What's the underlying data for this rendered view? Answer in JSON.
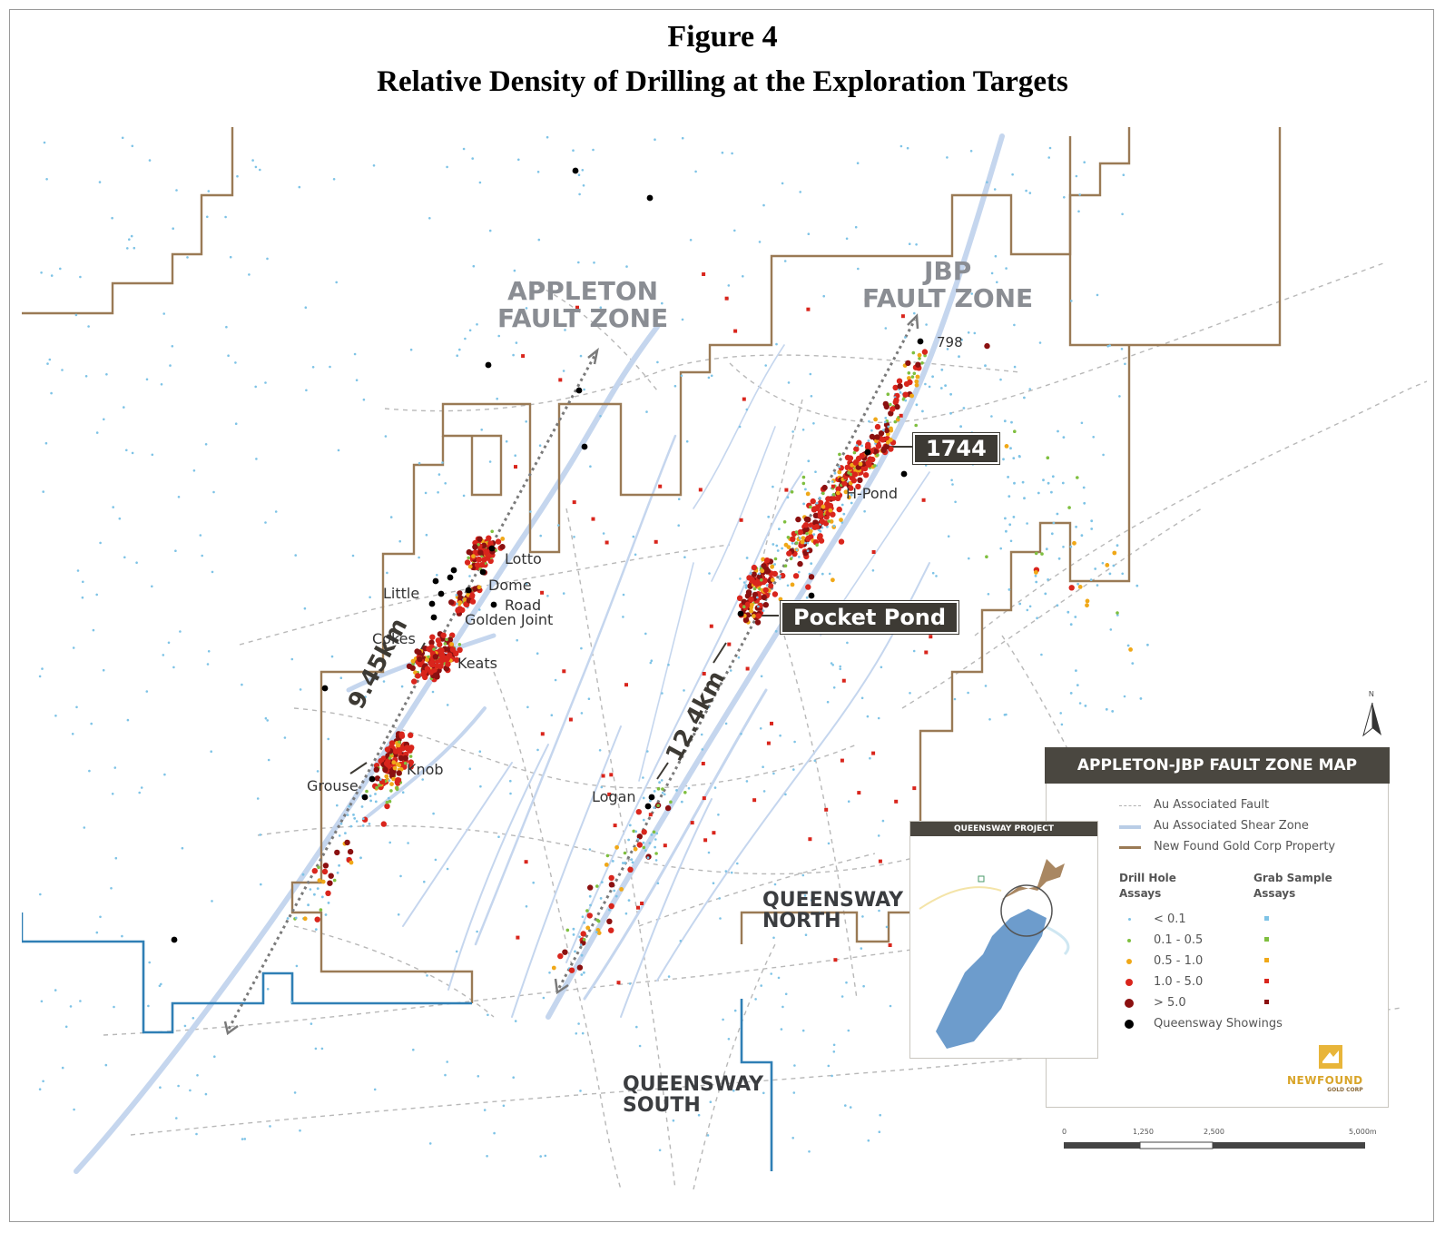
{
  "figure": {
    "number": "Figure 4",
    "title": "Relative Density of Drilling at the Exploration Targets"
  },
  "zones": {
    "appleton": [
      "APPLETON",
      "FAULT ZONE"
    ],
    "jbp": [
      "JBP",
      "FAULT ZONE"
    ]
  },
  "areas": {
    "queensway_north": [
      "QUEENSWAY",
      "NORTH"
    ],
    "queensway_south": [
      "QUEENSWAY",
      "SOUTH"
    ]
  },
  "callouts": {
    "pocket_pond": "Pocket Pond",
    "hole_1744": "1744"
  },
  "distances": {
    "appleton": "9.45km",
    "jbp": "12.4km"
  },
  "prospects": {
    "lotto": "Lotto",
    "dome": "Dome",
    "road": "Road",
    "golden_joint": "Golden Joint",
    "little": "Little",
    "cokes": "Cokes",
    "keats": "Keats",
    "knob": "Knob",
    "grouse": "Grouse",
    "logan": "Logan",
    "h_pond": "H-Pond",
    "hole_798": "798"
  },
  "legend": {
    "title": "APPLETON-JBP FAULT ZONE MAP",
    "lines": [
      {
        "label": "Au Associated Fault",
        "color": "#b0b0b0"
      },
      {
        "label": "Au Associated Shear Zone",
        "color": "#b9cde6"
      },
      {
        "label": "New Found Gold Corp Property",
        "color": "#9a7a55"
      }
    ],
    "drill_header": [
      "Drill Hole",
      "Assays"
    ],
    "grab_header": [
      "Grab Sample",
      "Assays"
    ],
    "classes": [
      {
        "label": "< 0.1",
        "color": "#7ec3e6"
      },
      {
        "label": "0.1 - 0.5",
        "color": "#7fbf3f"
      },
      {
        "label": "0.5 - 1.0",
        "color": "#f0a818"
      },
      {
        "label": "1.0 - 5.0",
        "color": "#d9251c"
      },
      {
        "label": "> 5.0",
        "color": "#8b1010"
      }
    ],
    "showings": {
      "label": "Queensway Showings",
      "color": "#000000"
    }
  },
  "inset": {
    "title": "QUEENSWAY PROJECT"
  },
  "scale_bar": {
    "labels": [
      "0",
      "1,250",
      "2,500",
      "5,000m"
    ]
  },
  "logo": {
    "name": "NEWFOUND",
    "sub": "GOLD CORP"
  },
  "north_arrow": "N",
  "colors": {
    "property": "#9a7a55",
    "boundary": "#2f7fb5",
    "shear": "#c5d6ee",
    "fault": "#b0b0b0",
    "dark_panel": "#4a4740"
  }
}
